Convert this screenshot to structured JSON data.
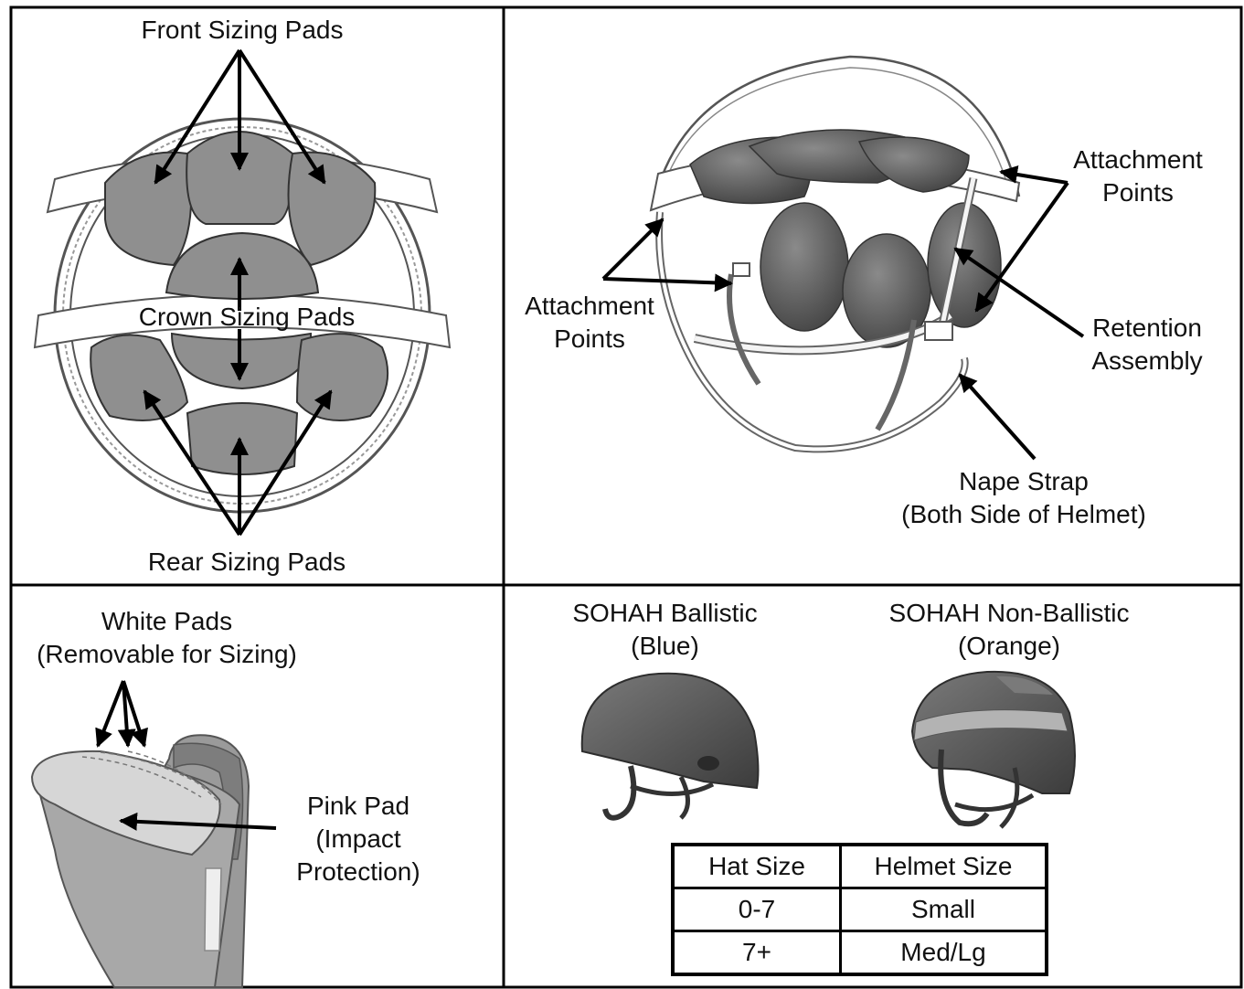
{
  "panels": {
    "top_left": {
      "front_label": "Front Sizing Pads",
      "crown_label": "Crown Sizing Pads",
      "rear_label": "Rear Sizing Pads"
    },
    "top_right": {
      "attach_right_line1": "Attachment",
      "attach_right_line2": "Points",
      "attach_left_line1": "Attachment",
      "attach_left_line2": "Points",
      "retention_line1": "Retention",
      "retention_line2": "Assembly",
      "nape_line1": "Nape Strap",
      "nape_line2": "(Both Side of Helmet)"
    },
    "bottom_left": {
      "white_line1": "White Pads",
      "white_line2": "(Removable for Sizing)",
      "pink_line1": "Pink Pad",
      "pink_line2": "(Impact",
      "pink_line3": "Protection)"
    },
    "bottom_right": {
      "ballistic_line1": "SOHAH Ballistic",
      "ballistic_line2": "(Blue)",
      "nonballistic_line1": "SOHAH Non-Ballistic",
      "nonballistic_line2": "(Orange)",
      "table": {
        "headers": [
          "Hat Size",
          "Helmet Size"
        ],
        "rows": [
          [
            "0-7",
            "Small"
          ],
          [
            "7+",
            "Med/Lg"
          ]
        ]
      }
    }
  },
  "colors": {
    "pad_fill": "#8f8f8f",
    "pad_dark": "#5e5e5e",
    "line": "#000000",
    "background": "#ffffff"
  }
}
